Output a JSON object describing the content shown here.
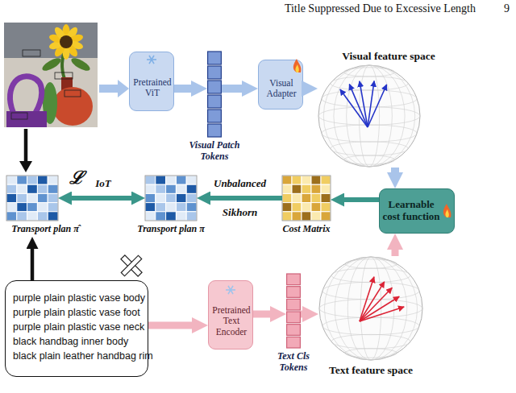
{
  "diagram": {
    "nodes": [
      {
        "text": [
          "Pretrained ViT"
        ]
      },
      {
        "text": [
          "Visual Patch Tokens"
        ]
      },
      {
        "text": [
          "Visual Adapter"
        ]
      },
      {
        "text": [
          "Visual feature space"
        ]
      },
      {
        "text": [
          "Transport plan π̂"
        ]
      },
      {
        "text": [
          "Transport plan π"
        ]
      },
      {
        "text": [
          "Cost Matrix"
        ]
      },
      {
        "text": [
          "Learnable cost function"
        ]
      },
      {
        "text": [
          "purple plain plastic vase body",
          "purple plain plastic vase foot",
          "purple plain plastic vase neck",
          "black handbag inner body",
          "black plain leather handbag rim"
        ]
      },
      {
        "text": [
          "Pretrained Text Encoder"
        ]
      },
      {
        "text": [
          "Text Cls Tokens"
        ]
      },
      {
        "text": [
          "Text feature space"
        ]
      }
    ],
    "edges": [
      {
        "from": 0,
        "to": 1,
        "arrow": "to"
      },
      {
        "from": 1,
        "to": 2,
        "arrow": "to"
      },
      {
        "from": 2,
        "to": 3,
        "arrow": "to"
      },
      {
        "from": 3,
        "to": 7,
        "arrow": "to"
      },
      {
        "from": 11,
        "to": 7,
        "arrow": "to"
      },
      {
        "from": 7,
        "to": 6,
        "arrow": "to"
      },
      {
        "from": 6,
        "to": 5,
        "label": "Unbalanced Sikhorn",
        "arrow": "to"
      },
      {
        "from": 4,
        "to": 5,
        "label": "IoT",
        "arrow": "both"
      },
      {
        "from": 8,
        "to": 4,
        "arrow": "to"
      },
      {
        "from": 8,
        "to": 9,
        "arrow": "to"
      },
      {
        "from": 9,
        "to": 10,
        "arrow": "to"
      },
      {
        "from": 10,
        "to": 11,
        "arrow": "to"
      }
    ],
    "labels": [
      "Title Suppressed Due to Excessive Length",
      "9",
      "ℒ"
    ]
  }
}
